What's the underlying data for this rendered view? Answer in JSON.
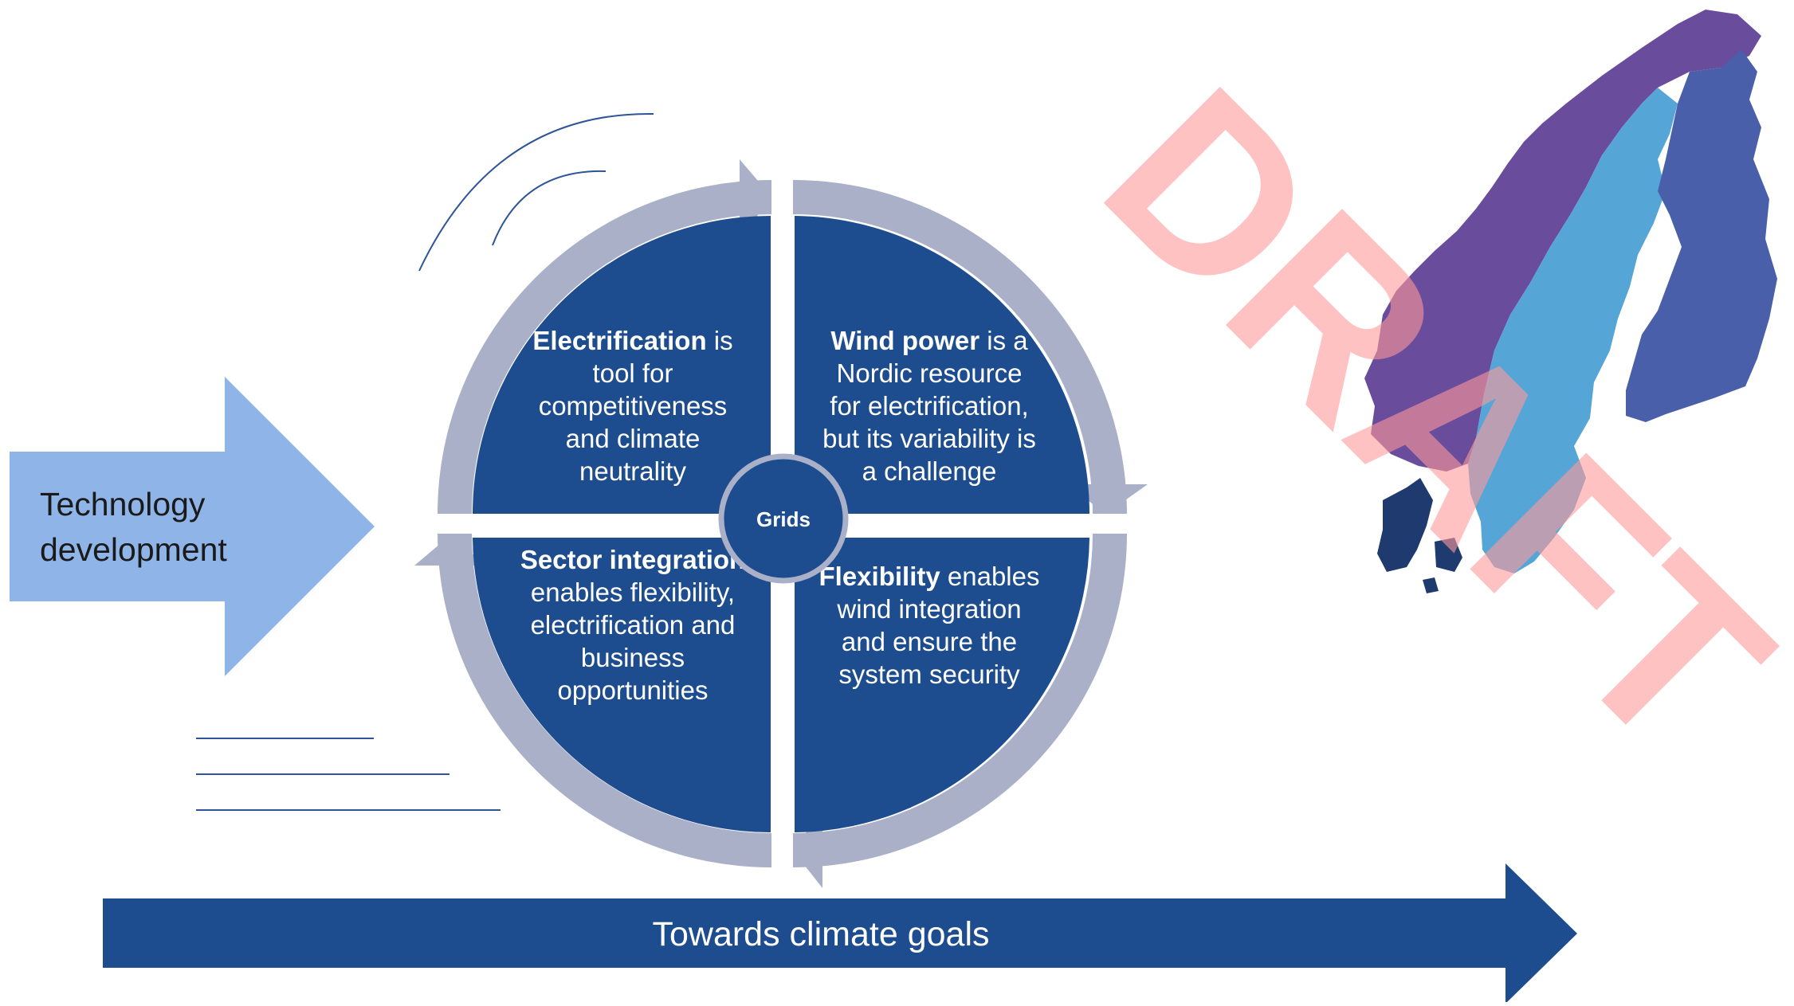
{
  "technology": {
    "line1": "Technology",
    "line2": "development"
  },
  "quadrants": {
    "top_left": {
      "lines": [
        [
          {
            "b": "Electrification"
          },
          {
            "t": " is"
          }
        ],
        [
          {
            "t": "tool for"
          }
        ],
        [
          {
            "t": "competitiveness"
          }
        ],
        [
          {
            "t": "and climate"
          }
        ],
        [
          {
            "t": "neutrality"
          }
        ]
      ]
    },
    "top_right": {
      "lines": [
        [
          {
            "b": "Wind power"
          },
          {
            "t": " is a"
          }
        ],
        [
          {
            "t": "Nordic resource"
          }
        ],
        [
          {
            "t": "for electrification,"
          }
        ],
        [
          {
            "t": "but its variability is"
          }
        ],
        [
          {
            "t": "a challenge"
          }
        ]
      ]
    },
    "bottom_left": {
      "lines": [
        [
          {
            "b": "Sector integration"
          }
        ],
        [
          {
            "t": "enables flexibility,"
          }
        ],
        [
          {
            "t": "electrification and"
          }
        ],
        [
          {
            "t": "business"
          }
        ],
        [
          {
            "t": "opportunities"
          }
        ]
      ]
    },
    "bottom_right": {
      "lines": [
        [
          {
            "b": "Flexibility"
          },
          {
            "t": " enables"
          }
        ],
        [
          {
            "t": "wind integration"
          }
        ],
        [
          {
            "t": "and ensure the"
          }
        ],
        [
          {
            "t": "system security"
          }
        ]
      ]
    }
  },
  "center": {
    "label": "Grids"
  },
  "goal_arrow": {
    "label": "Towards climate goals"
  },
  "watermark": {
    "text": "DRAFT"
  },
  "map": {
    "regions": [
      "norway",
      "sweden",
      "finland",
      "denmark"
    ]
  },
  "colors": {
    "dark_blue": "#1d4d8f",
    "ring_grey": "#a9b0c8",
    "light_blue_arrow": "#8fb4e8",
    "watermark": "#ff9a9a",
    "norway": "#6a4c9c",
    "sweden": "#55a5d7",
    "finland": "#4a5faa",
    "denmark": "#1e3a6e"
  }
}
